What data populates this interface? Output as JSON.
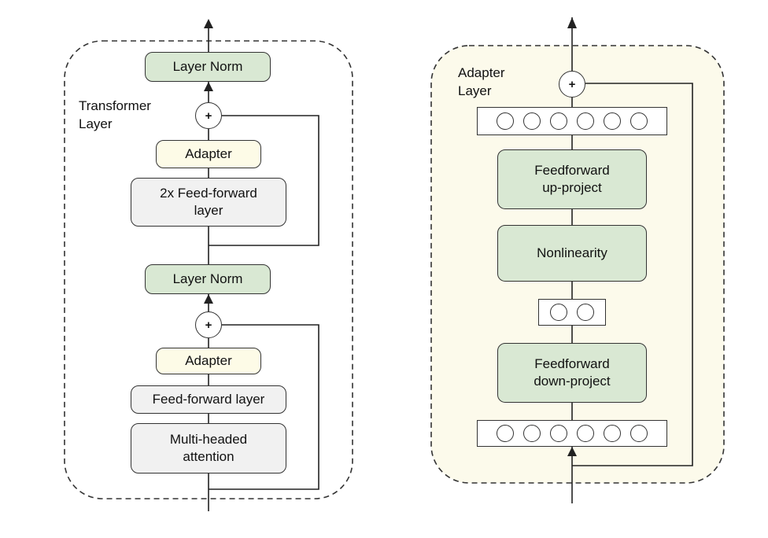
{
  "left_panel": {
    "title": "Transformer\nLayer",
    "top_norm": "Layer Norm",
    "top_adapter": "Adapter",
    "ffn": "2x Feed-forward\nlayer",
    "mid_norm": "Layer Norm",
    "bottom_adapter": "Adapter",
    "ff_layer": "Feed-forward layer",
    "attention": "Multi-headed\nattention",
    "plus_top": "+",
    "plus_bottom": "+"
  },
  "right_panel": {
    "title": "Adapter\nLayer",
    "up_project": "Feedforward\nup-project",
    "nonlinearity": "Nonlinearity",
    "down_project": "Feedforward\ndown-project",
    "plus": "+",
    "top_neurons": 6,
    "middle_neurons": 2,
    "bottom_neurons": 6
  },
  "colors": {
    "green": "#d9e8d3",
    "cream": "#fdfbe7",
    "gray": "#f1f1f1",
    "adapter_bg": "#fcfaeb"
  }
}
